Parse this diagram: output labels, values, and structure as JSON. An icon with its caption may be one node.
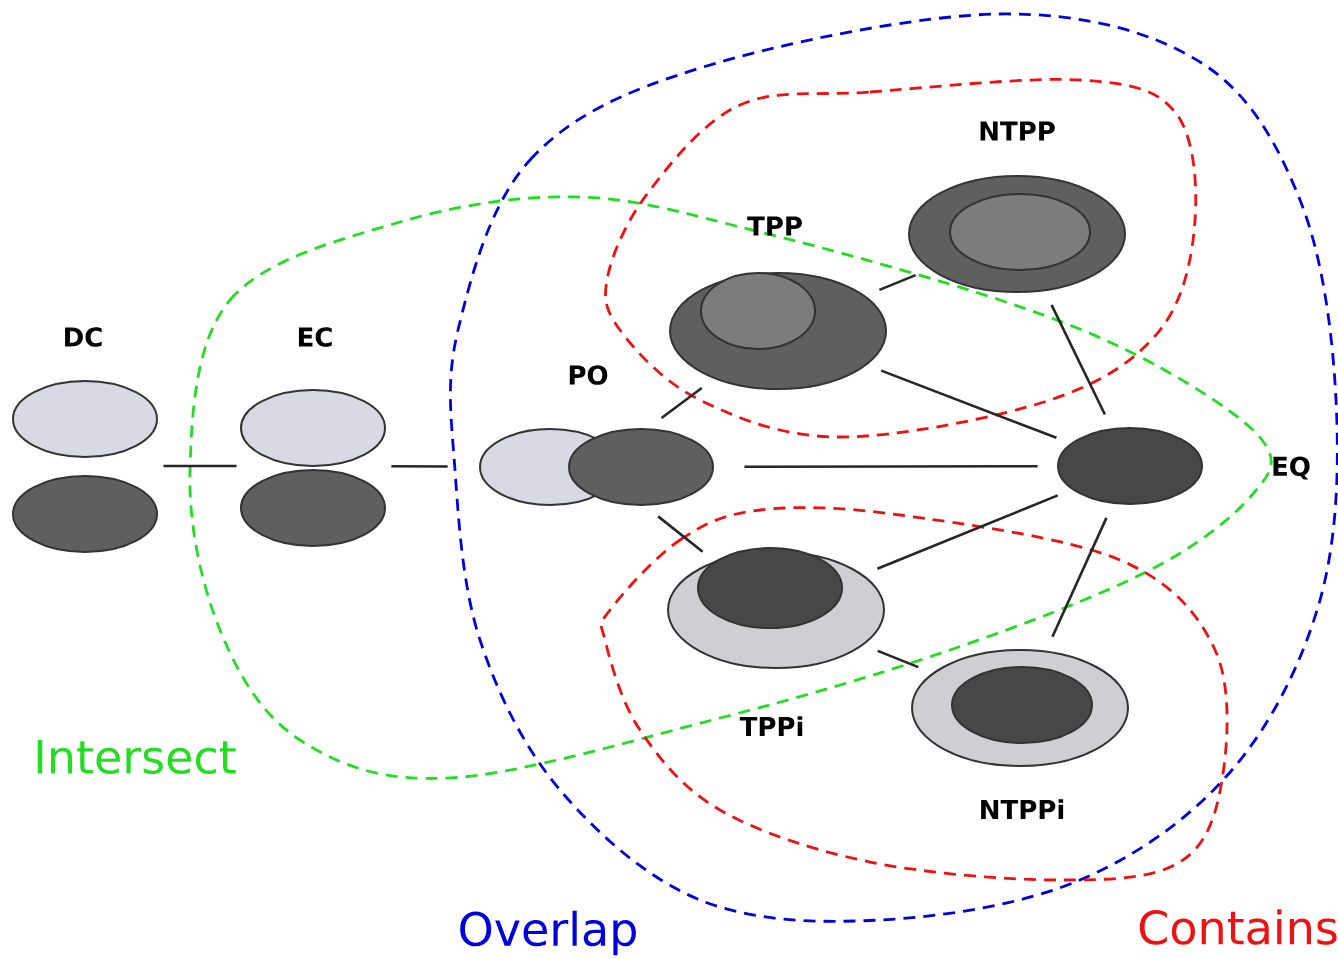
{
  "diagram": {
    "nodes": [
      {
        "text": [
          "DC"
        ]
      },
      {
        "text": [
          "EC"
        ]
      },
      {
        "text": [
          "PO"
        ]
      },
      {
        "text": [
          "TPP"
        ]
      },
      {
        "text": [
          "NTPP"
        ]
      },
      {
        "text": [
          "EQ"
        ]
      },
      {
        "text": [
          "TPPi"
        ]
      },
      {
        "text": [
          "NTPPi"
        ]
      }
    ],
    "edges": [
      {
        "from": 0,
        "to": 1,
        "arrow": "none"
      },
      {
        "from": 1,
        "to": 2,
        "arrow": "none"
      },
      {
        "from": 2,
        "to": 3,
        "arrow": "none"
      },
      {
        "from": 2,
        "to": 5,
        "arrow": "none"
      },
      {
        "from": 2,
        "to": 6,
        "arrow": "none"
      },
      {
        "from": 3,
        "to": 4,
        "arrow": "none"
      },
      {
        "from": 3,
        "to": 5,
        "arrow": "none"
      },
      {
        "from": 4,
        "to": 5,
        "arrow": "none"
      },
      {
        "from": 6,
        "to": 5,
        "arrow": "none"
      },
      {
        "from": 6,
        "to": 7,
        "arrow": "none"
      },
      {
        "from": 7,
        "to": 5,
        "arrow": "none"
      }
    ],
    "labels": [
      "Intersect",
      "Overlap",
      "Contains"
    ]
  }
}
